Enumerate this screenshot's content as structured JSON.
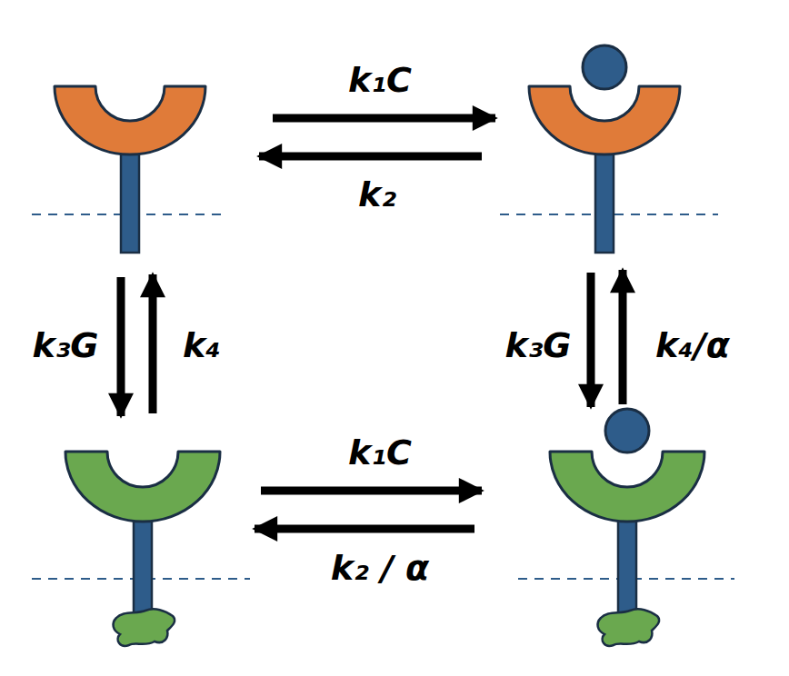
{
  "diagram": {
    "labels": [
      "k₁C",
      "k₂",
      "k₃G",
      "k₄",
      "k₃G",
      "k₄/α",
      "k₁C",
      "k₂ / α"
    ]
  }
}
